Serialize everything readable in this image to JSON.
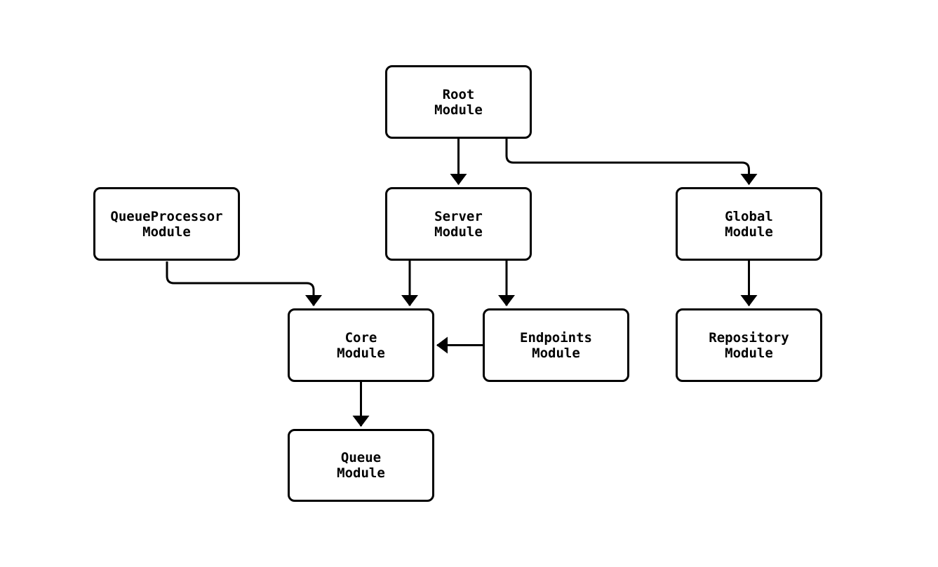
{
  "diagram": {
    "type": "module-dependency-flowchart",
    "background_color": "#ffffff",
    "line_color": "#000000",
    "box_fill_color": "#ffffff",
    "box_border_color": "#000000",
    "nodes": [
      {
        "id": "root",
        "label": "Root\nModule"
      },
      {
        "id": "queueprocessor",
        "label": "QueueProcessor\nModule"
      },
      {
        "id": "server",
        "label": "Server\nModule"
      },
      {
        "id": "global",
        "label": "Global\nModule"
      },
      {
        "id": "core",
        "label": "Core\nModule"
      },
      {
        "id": "endpoints",
        "label": "Endpoints\nModule"
      },
      {
        "id": "repository",
        "label": "Repository\nModule"
      },
      {
        "id": "queue",
        "label": "Queue\nModule"
      }
    ],
    "edges": [
      {
        "from": "root",
        "to": "server"
      },
      {
        "from": "root",
        "to": "global"
      },
      {
        "from": "queueprocessor",
        "to": "core"
      },
      {
        "from": "server",
        "to": "core"
      },
      {
        "from": "server",
        "to": "endpoints"
      },
      {
        "from": "global",
        "to": "repository"
      },
      {
        "from": "endpoints",
        "to": "core"
      },
      {
        "from": "core",
        "to": "queue"
      }
    ]
  }
}
